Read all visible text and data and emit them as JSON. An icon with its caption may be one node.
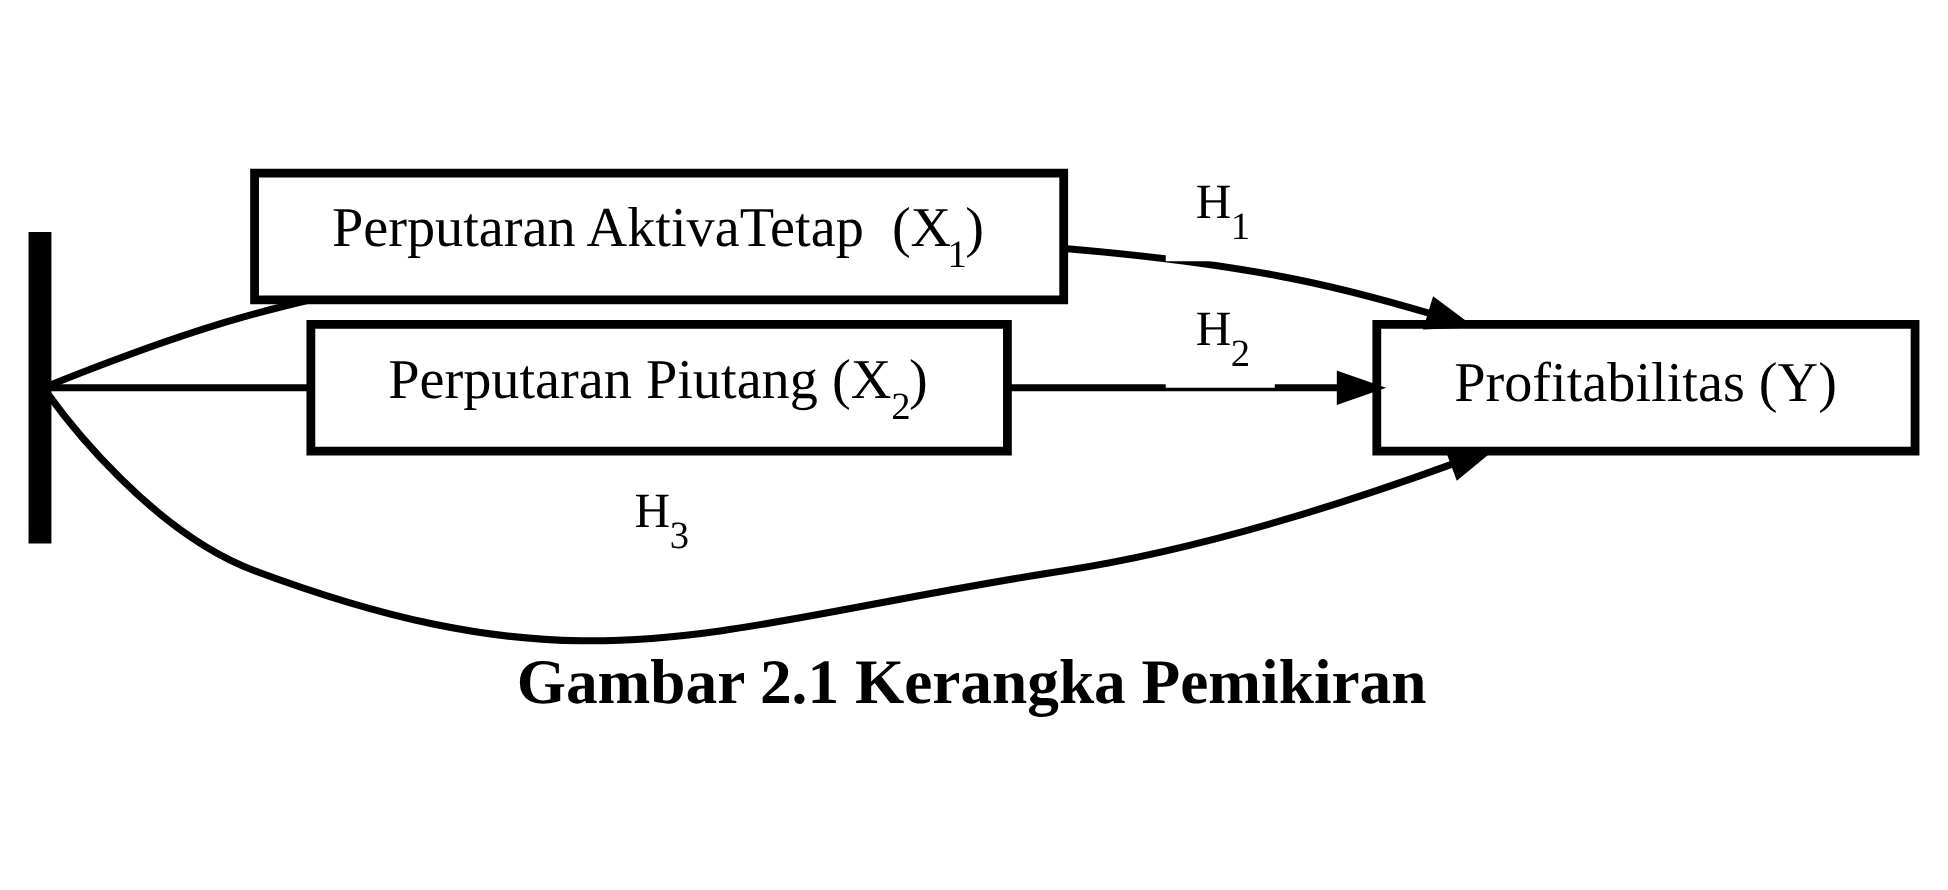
{
  "diagram": {
    "caption": "Gambar 2.1 Kerangka Pemikiran",
    "nodes": [
      {
        "text": [
          "Perputaran AktivaTetap  (X$_{1}$)"
        ]
      },
      {
        "text": [
          "Perputaran Piutang (X$_{2}$)"
        ]
      },
      {
        "text": [
          "Profitabilitas (Y)"
        ]
      },
      {
        "text": [],
        "shape": "bar"
      }
    ],
    "edges": [
      {
        "from": 0,
        "to": 2,
        "arrow": "to",
        "label": "H$_{1}$"
      },
      {
        "from": 1,
        "to": 2,
        "arrow": "to",
        "label": "H$_{2}$"
      },
      {
        "from": 3,
        "to": 0,
        "arrow": "none"
      },
      {
        "from": 3,
        "to": 1,
        "arrow": "none"
      },
      {
        "from": 3,
        "to": 2,
        "arrow": "to",
        "label": "H$_{3}$"
      }
    ]
  }
}
